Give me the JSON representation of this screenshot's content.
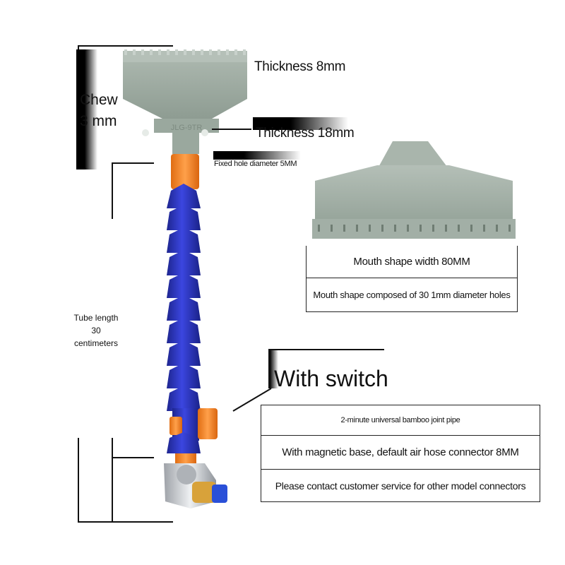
{
  "labels": {
    "thickness_top": "Thickness 8mm",
    "thickness_bottom": "Thickness 18mm",
    "chew_line1": "Chew",
    "chew_line2": "3 mm",
    "fixed_hole": "Fixed hole diameter 5MM",
    "tube_length_line1": "Tube length",
    "tube_length_line2": "30",
    "tube_length_line3": "centimeters",
    "mouth_width": "Mouth shape width 80MM",
    "mouth_holes": "Mouth shape composed of 30 1mm diameter holes",
    "with_switch": "With switch",
    "bamboo_pipe": "2-minute universal bamboo joint pipe",
    "magnetic_base": "With magnetic base, default air hose connector 8MM",
    "contact_service": "Please contact customer service for other model connectors"
  },
  "nozzle_mark": "JLG-9TR",
  "colors": {
    "nozzle_gray": "#9aa89e",
    "hose_blue": "#2e38c2",
    "fitting_orange": "#f2872a",
    "base_silver": "#c9ccd0",
    "connector_gold": "#d8a23a"
  }
}
